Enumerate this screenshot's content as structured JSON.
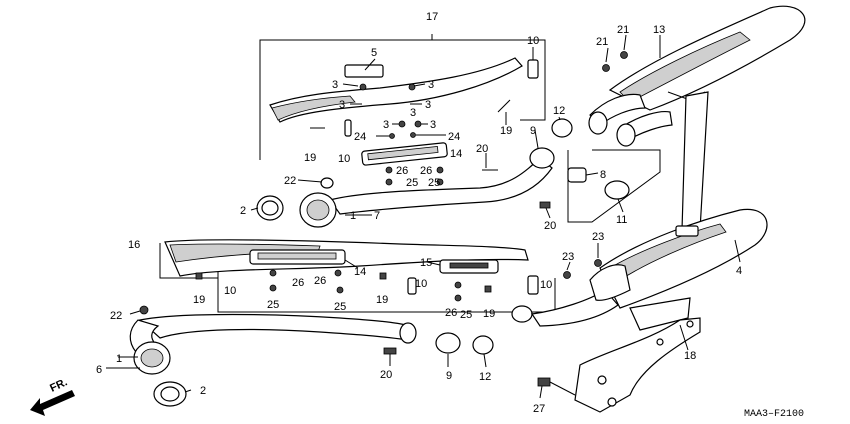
{
  "diagram": {
    "code": "MAA3–F2100",
    "direction_label": "FR.",
    "callouts": [
      {
        "id": "c17a",
        "label": "17"
      },
      {
        "id": "c5",
        "label": "5"
      },
      {
        "id": "c3a",
        "label": "3"
      },
      {
        "id": "c3b",
        "label": "3"
      },
      {
        "id": "c3c",
        "label": "3"
      },
      {
        "id": "c3d",
        "label": "3"
      },
      {
        "id": "c3e",
        "label": "3"
      },
      {
        "id": "c3f",
        "label": "3"
      },
      {
        "id": "c3g",
        "label": "3"
      },
      {
        "id": "c10a",
        "label": "10"
      },
      {
        "id": "c10b",
        "label": "10"
      },
      {
        "id": "c10c",
        "label": "10"
      },
      {
        "id": "c10d",
        "label": "10"
      },
      {
        "id": "c10e",
        "label": "10"
      },
      {
        "id": "c19a",
        "label": "19"
      },
      {
        "id": "c19b",
        "label": "19"
      },
      {
        "id": "c19c",
        "label": "19"
      },
      {
        "id": "c19d",
        "label": "19"
      },
      {
        "id": "c19e",
        "label": "19"
      },
      {
        "id": "c24a",
        "label": "24"
      },
      {
        "id": "c24b",
        "label": "24"
      },
      {
        "id": "c14a",
        "label": "14"
      },
      {
        "id": "c14b",
        "label": "14"
      },
      {
        "id": "c26a",
        "label": "26"
      },
      {
        "id": "c26b",
        "label": "26"
      },
      {
        "id": "c26c",
        "label": "26"
      },
      {
        "id": "c26d",
        "label": "26"
      },
      {
        "id": "c26e",
        "label": "26"
      },
      {
        "id": "c25a",
        "label": "25"
      },
      {
        "id": "c25b",
        "label": "25"
      },
      {
        "id": "c25c",
        "label": "25"
      },
      {
        "id": "c25d",
        "label": "25"
      },
      {
        "id": "c25e",
        "label": "25"
      },
      {
        "id": "c22a",
        "label": "22"
      },
      {
        "id": "c22b",
        "label": "22"
      },
      {
        "id": "c2a",
        "label": "2"
      },
      {
        "id": "c2b",
        "label": "2"
      },
      {
        "id": "c1a",
        "label": "1"
      },
      {
        "id": "c1b",
        "label": "1"
      },
      {
        "id": "c7",
        "label": "7"
      },
      {
        "id": "c6",
        "label": "6"
      },
      {
        "id": "c16",
        "label": "16"
      },
      {
        "id": "c15",
        "label": "15"
      },
      {
        "id": "c20a",
        "label": "20"
      },
      {
        "id": "c20b",
        "label": "20"
      },
      {
        "id": "c20c",
        "label": "20"
      },
      {
        "id": "c9a",
        "label": "9"
      },
      {
        "id": "c9b",
        "label": "9"
      },
      {
        "id": "c12a",
        "label": "12"
      },
      {
        "id": "c12b",
        "label": "12"
      },
      {
        "id": "c8",
        "label": "8"
      },
      {
        "id": "c11",
        "label": "11"
      },
      {
        "id": "c13",
        "label": "13"
      },
      {
        "id": "c21a",
        "label": "21"
      },
      {
        "id": "c21b",
        "label": "21"
      },
      {
        "id": "c23a",
        "label": "23"
      },
      {
        "id": "c23b",
        "label": "23"
      },
      {
        "id": "c4",
        "label": "4"
      },
      {
        "id": "c18",
        "label": "18"
      },
      {
        "id": "c27",
        "label": "27"
      }
    ]
  }
}
